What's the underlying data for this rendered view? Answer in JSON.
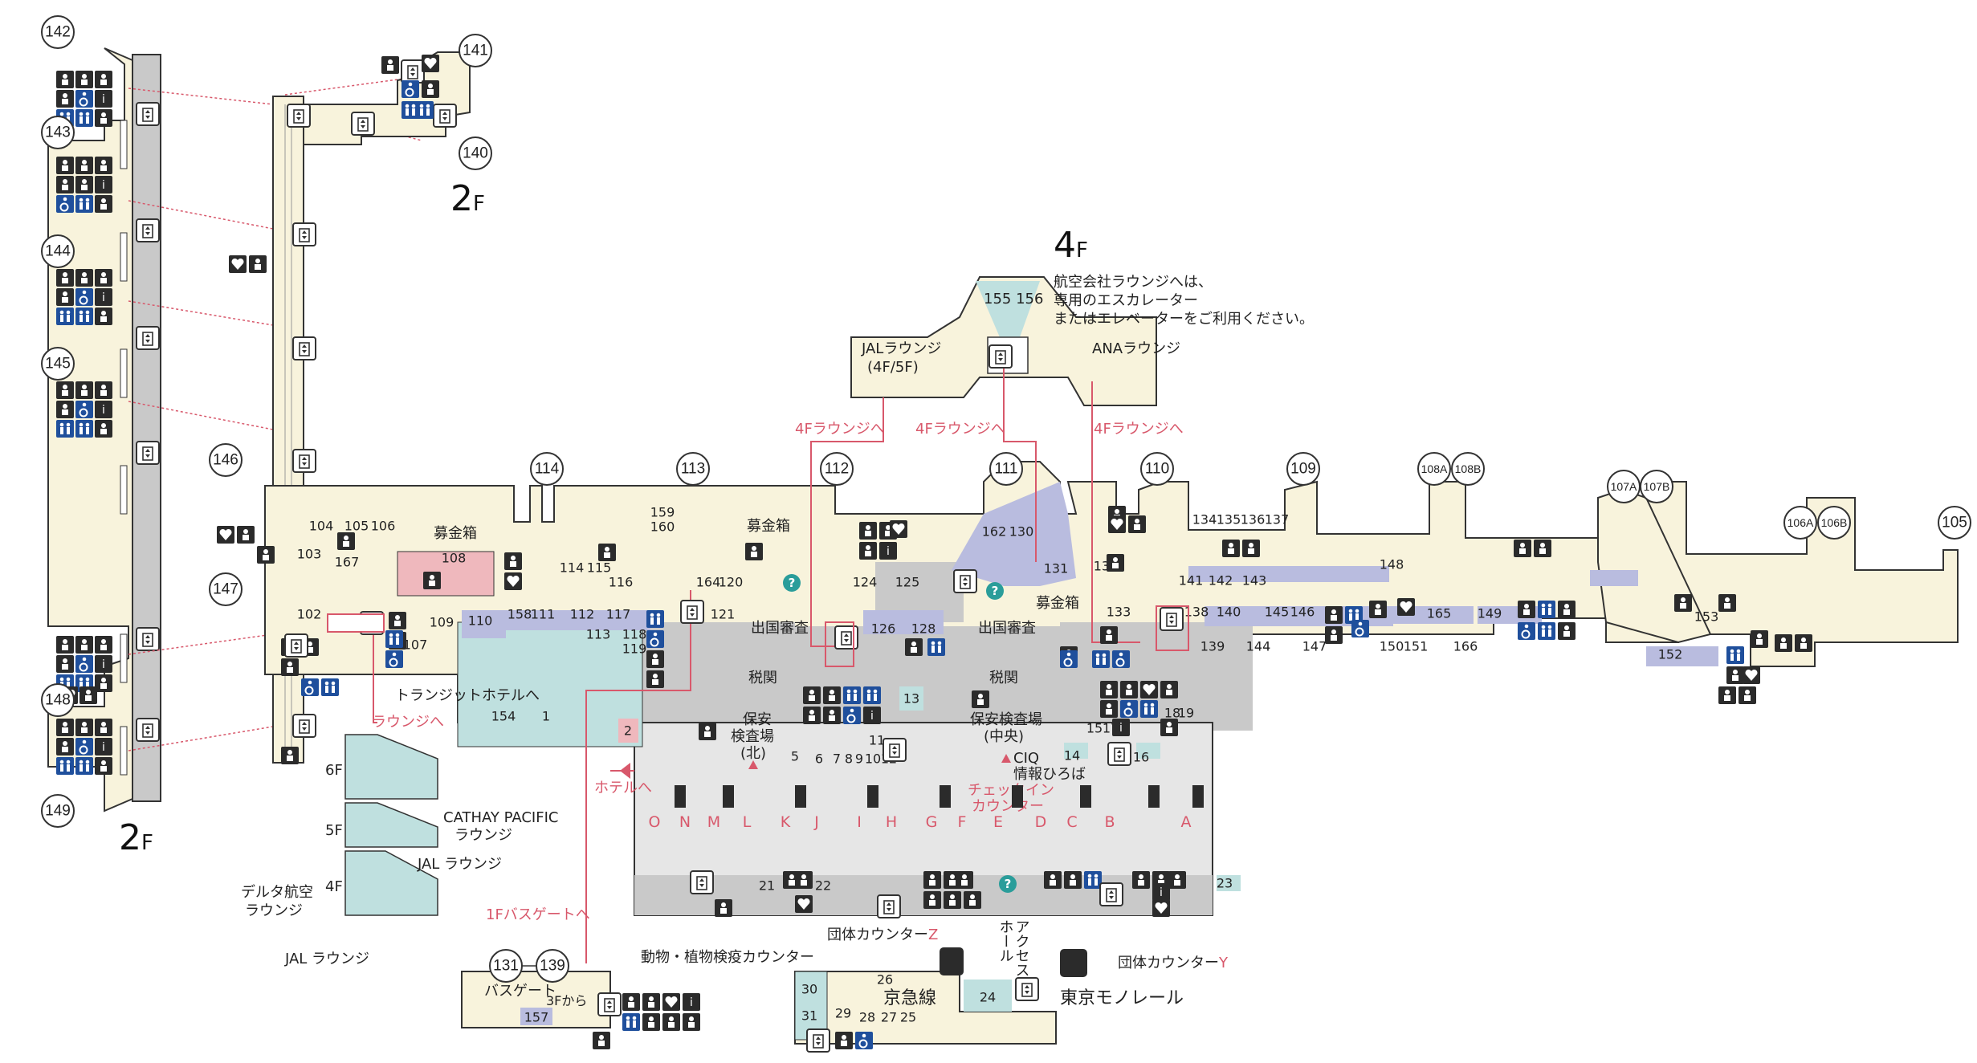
{
  "floors": {
    "f2_left": {
      "big": "2",
      "small": "F"
    },
    "f2_top": {
      "big": "2",
      "small": "F"
    },
    "f4": {
      "big": "4",
      "small": "F"
    },
    "note": [
      "航空会社ラウンジへは、",
      "専用のエスカレーター",
      "またはエレベーターをご利用ください。"
    ]
  },
  "gates": [
    "142",
    "143",
    "144",
    "145",
    "146",
    "147",
    "148",
    "149",
    "141",
    "140",
    "114",
    "113",
    "112",
    "111",
    "110",
    "109",
    "108A",
    "108B",
    "107A",
    "107B",
    "106A",
    "106B",
    "105",
    "131",
    "139"
  ],
  "lounges": {
    "jal": "JALラウンジ",
    "jal_floors": "(4F/5F)",
    "ana": "ANAラウンジ",
    "to_4f": "4Fラウンジへ",
    "top_numbers": "155 156",
    "cathay": "CATHAY PACIFIC",
    "lounge": "ラウンジ",
    "jal_lounge": "JAL ラウンジ",
    "delta": "デルタ航空",
    "delta2": "ラウンジ",
    "jal_lounge2": "JAL ラウンジ",
    "to_lounge": "ラウンジへ",
    "floor6": "6F",
    "floor5": "5F",
    "floor4": "4F"
  },
  "facilities": {
    "bokin": "募金箱",
    "shukkoku_n": "出国審査",
    "shukkoku_c": "出国審査",
    "zeikan_n": "税関",
    "zeikan_c": "税関",
    "hoan_n1": "保安",
    "hoan_n2": "検査場",
    "hoan_n3": "(北)",
    "hoan_c1": "保安検査場",
    "hoan_c2": "(中央)",
    "transit": "トランジットホテルへ",
    "hotel": "ホテルへ",
    "ciq": "CIQ",
    "info": "情報ひろば",
    "checkin1": "チェックイン",
    "checkin2": "カウンター",
    "bus_gate": "1Fバスゲートへ",
    "bus_gate_box": "バスゲート",
    "from_3f": "3Fから",
    "animal": "動物・植物検疫カウンター",
    "group_z": "団体カウンター",
    "z": "Z",
    "group_y": "団体カウンター",
    "y": "Y",
    "access1": "アクセス",
    "access2": "ホール",
    "keikyu": "京急線",
    "monorail": "東京モノレール"
  },
  "counters": [
    "O",
    "N",
    "M",
    "L",
    "K",
    "J",
    "I",
    "H",
    "G",
    "F",
    "E",
    "D",
    "C",
    "B",
    "A"
  ],
  "shops": {
    "s103": "103",
    "s104": "104",
    "s105": "105",
    "s106": "106",
    "s167": "167",
    "s108": "108",
    "s102": "102",
    "s107": "107",
    "s109": "109",
    "s110": "110",
    "s158": "158",
    "s111": "111",
    "s112": "112",
    "s113": "113",
    "s114": "114",
    "s115": "115",
    "s116": "116",
    "s117": "117",
    "s118": "118",
    "s119": "119",
    "s159": "159",
    "s160": "160",
    "s121": "121",
    "s164": "164",
    "s120": "120",
    "s124": "124",
    "s125": "125",
    "s126": "126",
    "s128": "128",
    "s162": "162",
    "s130a": "130",
    "s131": "131",
    "s130b": "130",
    "s134": "134",
    "s135": "135",
    "s136": "136",
    "s137": "137",
    "s141": "141",
    "s142": "142",
    "s143": "143",
    "s148": "148",
    "s133": "133",
    "s138": "138",
    "s140": "140",
    "s145": "145",
    "s146": "146",
    "s139": "139",
    "s144": "144",
    "s147": "147",
    "s150": "150",
    "s151": "151",
    "s165": "165",
    "s166": "166",
    "s149": "149",
    "s153": "153",
    "s152": "152",
    "s154": "154",
    "s1": "1",
    "s2": "2",
    "s5": "5",
    "s6": "6",
    "s7": "7",
    "s8": "8",
    "s9": "9",
    "s10": "10",
    "s11": "11",
    "s12": "12",
    "s13": "13",
    "s14": "14",
    "s15": "15",
    "s16": "16",
    "s17": "17",
    "s18": "18",
    "s19": "19",
    "s21": "21",
    "s22": "22",
    "s23": "23",
    "s24": "24",
    "s25": "25",
    "s26": "26",
    "s27": "27",
    "s28": "28",
    "s29": "29",
    "s30": "30",
    "s31": "31",
    "s157": "157"
  },
  "colors": {
    "floor": "#f8f3dc",
    "outline": "#333333",
    "lavender": "#b9bcdf",
    "teal": "#bfe0df",
    "pink_shop": "#efb8bd",
    "gray_area": "#c9c9c9",
    "light_gray": "#e6e6e6",
    "route": "#d8586b",
    "icon_blue": "#1f4f9c",
    "checkin_text": "#d8586b"
  }
}
